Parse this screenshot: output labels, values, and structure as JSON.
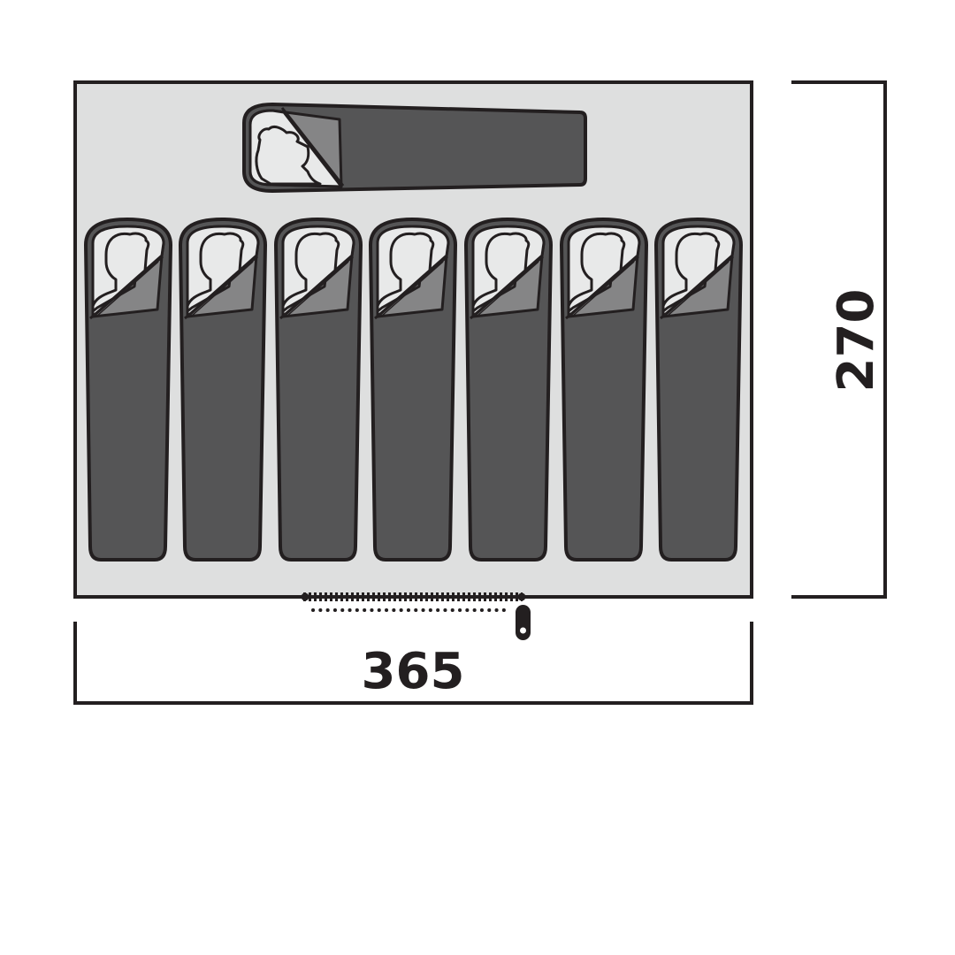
{
  "diagram": {
    "type": "tent-floor-plan",
    "sleeping_capacity": 8,
    "dimensions": {
      "width_label": "365",
      "depth_label": "270"
    },
    "colors": {
      "floor": "#dedfdf",
      "outline": "#231f20",
      "bag_body": "#555556",
      "bag_flap": "#858586",
      "person": "#e8e9e9",
      "background": "#ffffff"
    },
    "icons": [
      "sleeping-bag-icon",
      "door-zipper-icon"
    ]
  }
}
